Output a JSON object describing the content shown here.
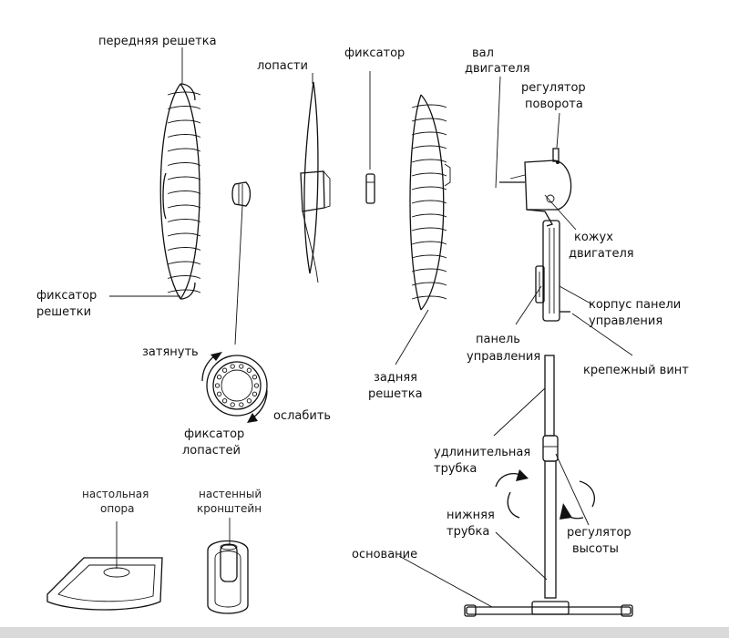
{
  "labels": {
    "front_grille": "передняя решетка",
    "blades": "лопасти",
    "lock": "фиксатор",
    "motor_shaft_1": "вал",
    "motor_shaft_2": "двигателя",
    "rotation_knob_1": "регулятор",
    "rotation_knob_2": "поворота",
    "motor_housing_1": "кожух",
    "motor_housing_2": "двигателя",
    "panel_body_1": "корпус панели",
    "panel_body_2": "управления",
    "control_panel_1": "панель",
    "control_panel_2": "управления",
    "fixing_screw": "крепежный винт",
    "grille_lock_1": "фиксатор",
    "grille_lock_2": "решетки",
    "tighten": "затянуть",
    "loosen": "ослабить",
    "blade_lock_1": "фиксатор",
    "blade_lock_2": "лопастей",
    "rear_grille_1": "задняя",
    "rear_grille_2": "решетка",
    "extension_tube_1": "удлинительная",
    "extension_tube_2": "трубка",
    "lower_tube_1": "нижняя",
    "lower_tube_2": "трубка",
    "height_adjuster_1": "регулятор",
    "height_adjuster_2": "высоты",
    "base": "основание",
    "table_stand_1": "настольная",
    "table_stand_2": "опора",
    "wall_bracket_1": "настенный",
    "wall_bracket_2": "кронштейн"
  }
}
